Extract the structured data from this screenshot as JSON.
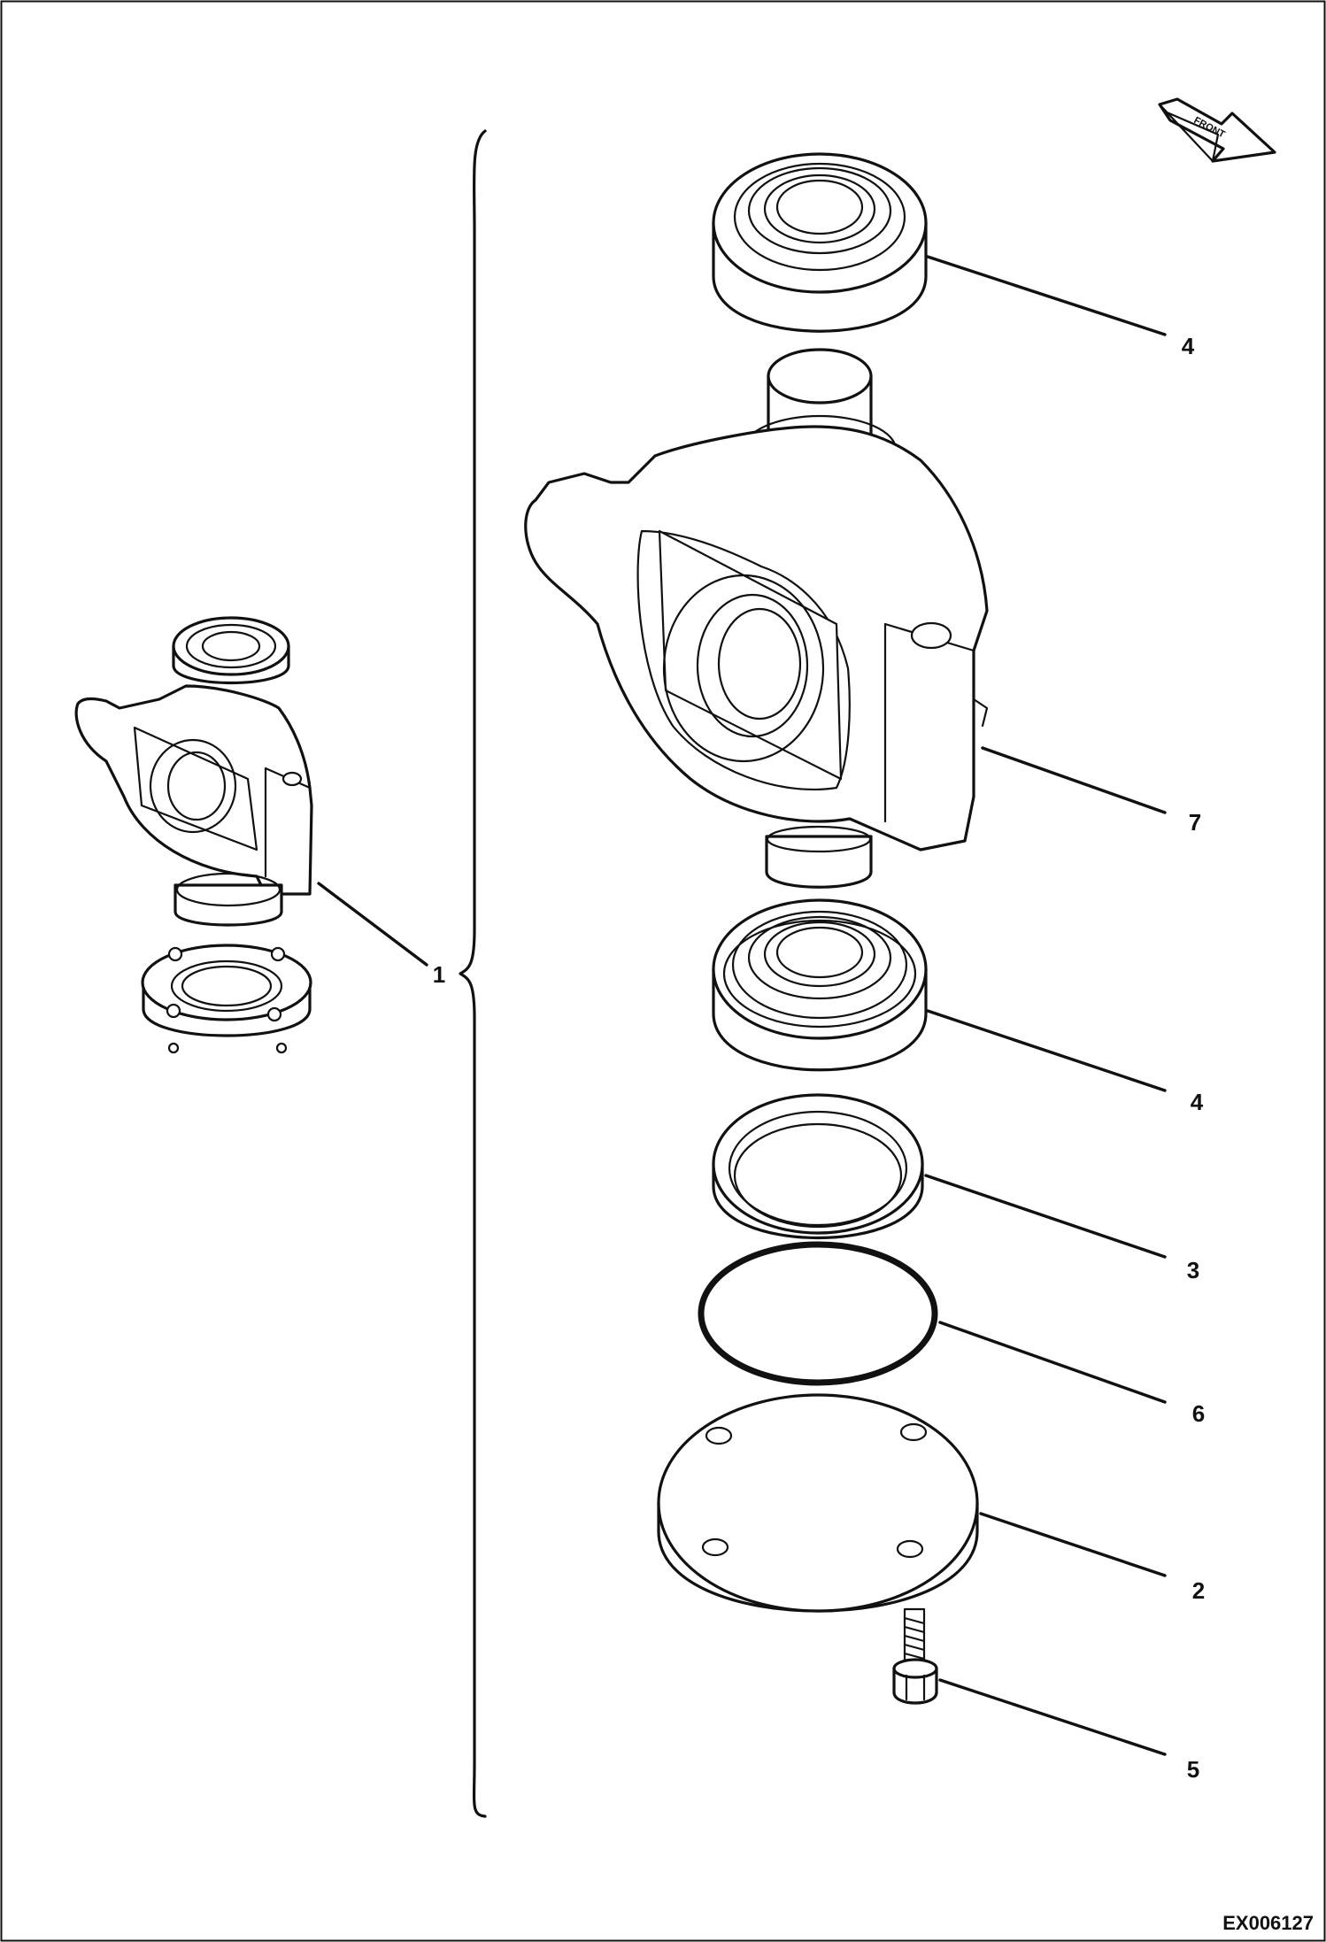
{
  "drawing": {
    "drawing_code": "EX006127",
    "front_label": "FRONT",
    "callouts": {
      "assembly": "1",
      "cover": "2",
      "seal": "3",
      "bearing_upper": "4",
      "bearing_lower": "4",
      "bolt": "5",
      "o_ring": "6",
      "housing": "7"
    }
  }
}
